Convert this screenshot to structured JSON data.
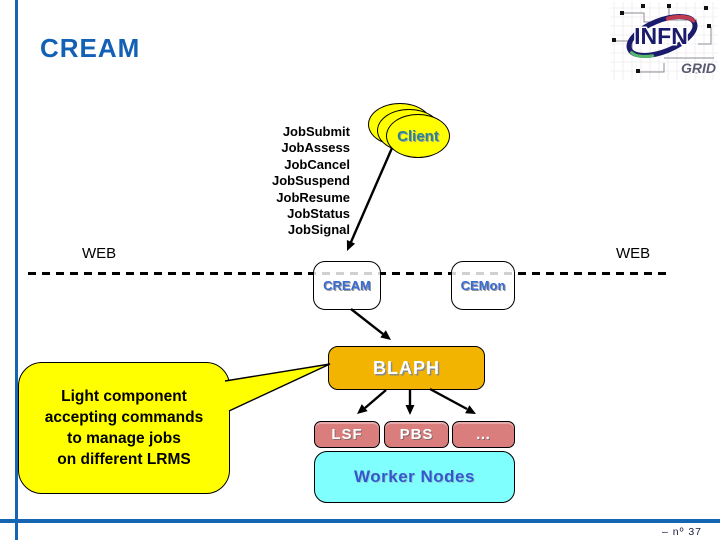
{
  "slide": {
    "title": "CREAM",
    "page_number": "–  nº 37"
  },
  "logo": {
    "org": "INFN",
    "sub": "GRID"
  },
  "diagram": {
    "client_label": "Client",
    "job_methods": [
      "JobSubmit",
      "JobAssess",
      "JobCancel",
      "JobSuspend",
      "JobResume",
      "JobStatus",
      "JobSignal"
    ],
    "web_left": "WEB",
    "web_right": "WEB",
    "cream_label": "CREAM",
    "cemon_label": "CEMon",
    "blaph_label": "BLAPH",
    "lrms": [
      "LSF",
      "PBS",
      "…"
    ],
    "worker_nodes_label": "Worker Nodes"
  },
  "callout": {
    "lines": [
      "Light component",
      "accepting commands",
      "to manage jobs",
      "on different LRMS"
    ]
  },
  "colors": {
    "accent-blue": "#1566B2",
    "title-blue": "#1261B5",
    "label-blue": "#3A6CD4",
    "client-teal": "#2F8285",
    "bubble-yellow": "#FFFF00",
    "blaph-amber": "#F2B400",
    "lrms-salmon": "#D97D7D",
    "worker-cyan": "#80FFFF",
    "worker-blue": "#3357CC",
    "logo-navy": "#1B1B6B"
  }
}
